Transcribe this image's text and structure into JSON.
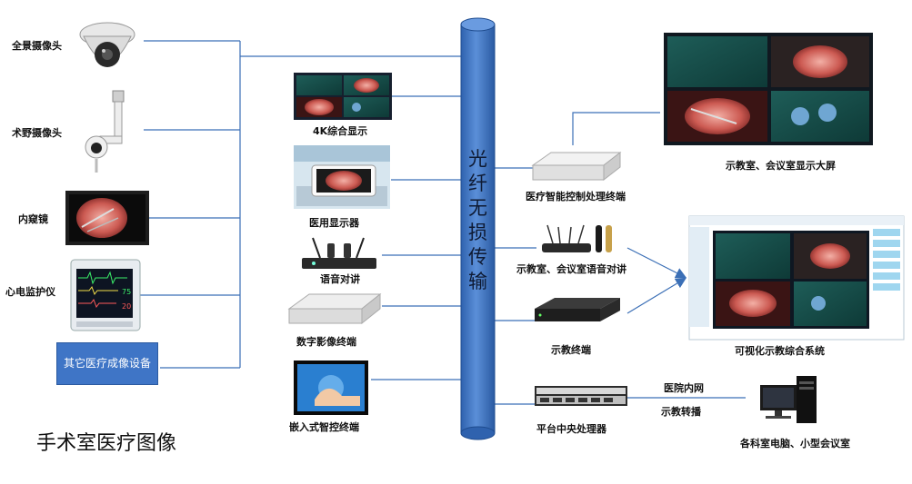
{
  "title": "手术室医疗图像",
  "backbone": {
    "label_chars": [
      "光",
      "纤",
      "无",
      "损",
      "传",
      "输"
    ],
    "color": "#3f75c6"
  },
  "left_devices": [
    {
      "label": "全景摄像头",
      "icon": "dome-camera-icon"
    },
    {
      "label": "术野摄像头",
      "icon": "arm-camera-icon"
    },
    {
      "label": "内窥镜",
      "icon": "endoscope-monitor-icon"
    },
    {
      "label": "心电监护仪",
      "icon": "ecg-monitor-icon"
    },
    {
      "label": "其它医疗成像设备",
      "icon": "box"
    }
  ],
  "mid_left_devices": [
    {
      "label": "4K综合显示",
      "icon": "quad-display-icon"
    },
    {
      "label": "医用显示器",
      "icon": "medical-display-icon"
    },
    {
      "label": "语音对讲",
      "icon": "wireless-mic-receiver-icon"
    },
    {
      "label": "数字影像终端",
      "icon": "terminal-box-icon"
    },
    {
      "label": "嵌入式智控终端",
      "icon": "touch-panel-icon"
    }
  ],
  "mid_right_devices": [
    {
      "label": "医疗智能控制处理终端",
      "icon": "processor-box-icon"
    },
    {
      "label": "示教室、会议室语音对讲",
      "icon": "conference-mic-icon"
    },
    {
      "label": "示教终端",
      "icon": "rack-unit-icon"
    },
    {
      "label": "平台中央处理器",
      "icon": "server-icon"
    }
  ],
  "right_outputs": [
    {
      "label": "示教室、会议室显示大屏",
      "icon": "video-wall-icon"
    },
    {
      "label": "可视化示教综合系统",
      "icon": "software-ui-icon"
    },
    {
      "label": "各科室电脑、小型会议室",
      "icon": "desktop-pc-icon"
    }
  ],
  "link_labels": {
    "top": "医院内网",
    "bottom": "示教转播"
  },
  "colors": {
    "line": "#3b6fb6",
    "box_fill": "#3f75c6",
    "box_text": "#ffffff"
  }
}
